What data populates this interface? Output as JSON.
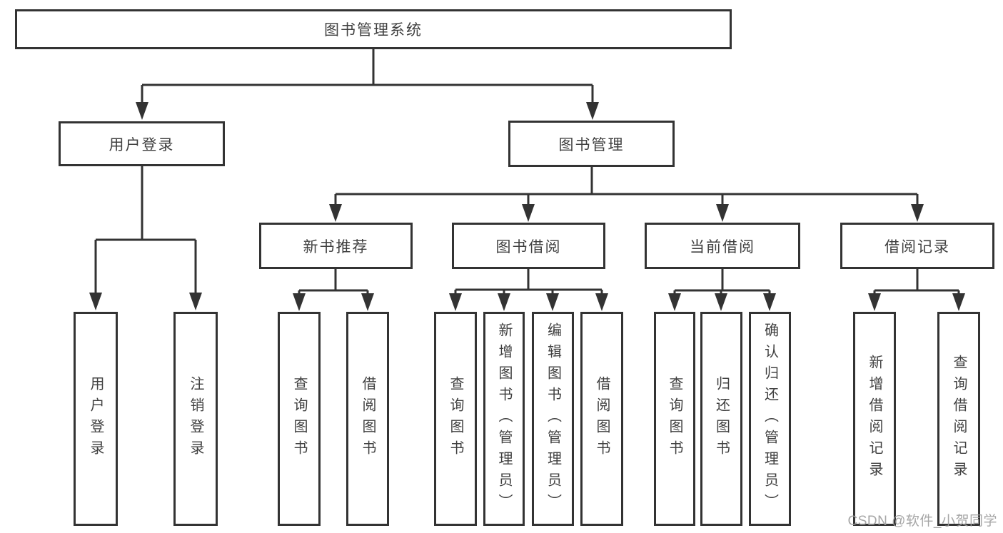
{
  "diagram": {
    "title": "图书管理系统",
    "watermark": "CSDN @软件_小贺同学",
    "line_color": "#333333",
    "text_color": "#404040",
    "background_color": "#ffffff",
    "watermark_color": "#9e9e9e",
    "nodes": {
      "root": {
        "label": "图书管理系统"
      },
      "user_login": {
        "label": "用户登录"
      },
      "book_management": {
        "label": "图书管理"
      },
      "new_book_recommend": {
        "label": "新书推荐"
      },
      "book_borrow": {
        "label": "图书借阅"
      },
      "current_borrow": {
        "label": "当前借阅"
      },
      "borrow_records": {
        "label": "借阅记录"
      },
      "login_user_login": {
        "label": "用户登录"
      },
      "login_logout": {
        "label": "注销登录"
      },
      "recommend_query_books": {
        "label": "查询图书"
      },
      "recommend_borrow_books": {
        "label": "借阅图书"
      },
      "borrow_query_books": {
        "label": "查询图书"
      },
      "borrow_add_books": {
        "label": "新增图书（管理员）"
      },
      "borrow_edit_books": {
        "label": "编辑图书（管理员）"
      },
      "borrow_borrow_books": {
        "label": "借阅图书"
      },
      "current_query_books": {
        "label": "查询图书"
      },
      "current_return_books": {
        "label": "归还图书"
      },
      "current_confirm_return": {
        "label": "确认归还（管理员）"
      },
      "records_add_record": {
        "label": "新增借阅记录"
      },
      "records_query_record": {
        "label": "查询借阅记录"
      }
    }
  }
}
